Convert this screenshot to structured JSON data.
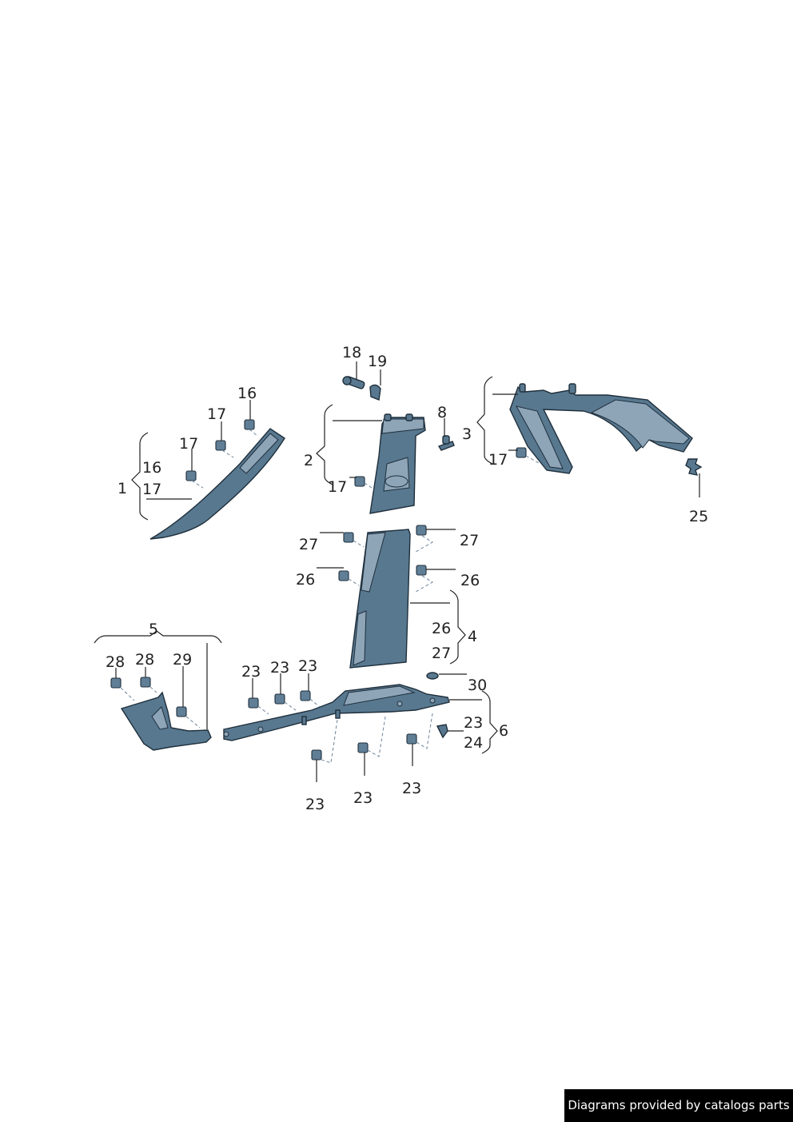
{
  "labels": {
    "l18": "18",
    "l19": "19",
    "l16a": "16",
    "l17a": "17",
    "l17b": "17",
    "l16b": "16",
    "l17c": "17",
    "l1": "1",
    "l8": "8",
    "l3": "3",
    "l2": "2",
    "l17d": "17",
    "l17e": "17",
    "l25": "25",
    "l27a": "27",
    "l27b": "27",
    "l26a": "26",
    "l26b": "26",
    "l26c": "26",
    "l27c": "27",
    "l4": "4",
    "l5": "5",
    "l28a": "28",
    "l28b": "28",
    "l29": "29",
    "l23a": "23",
    "l23b": "23",
    "l23c": "23",
    "l30": "30",
    "l23d": "23",
    "l6": "6",
    "l24": "24",
    "l23e": "23",
    "l23f": "23",
    "l23g": "23"
  },
  "credit": "Diagrams provided by catalogs parts"
}
